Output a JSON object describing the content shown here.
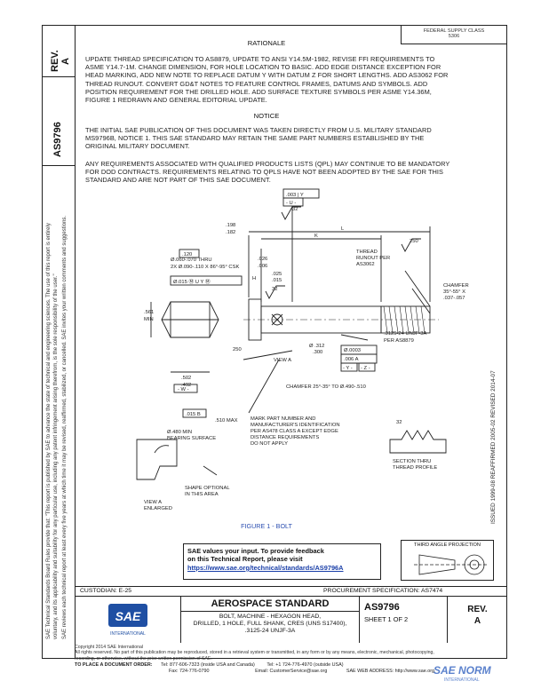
{
  "header": {
    "rev_label": "REV.",
    "rev_value": "A",
    "doc_number": "AS9796",
    "rationale_title": "RATIONALE",
    "top_right_note_line1": "FEDERAL SUPPLY CLASS",
    "top_right_note_line2": "5306"
  },
  "rationale": {
    "lines": [
      "UPDATE THREAD SPECIFICATION TO AS8879, UPDATE TO ANSI Y14.5M-1982, REVISE FFI REQUIREMENTS TO",
      "ASME Y14.7-1M. CHANGE DIMENSION, FOR HOLE LOCATION TO BASIC. ADD EDGE DISTANCE EXCEPTION FOR",
      "HEAD MARKING, ADD NEW NOTE TO REPLACE DATUM Y WITH DATUM Z FOR SHORT LENGTHS. ADD AS3062 FOR",
      "THREAD RUNOUT. CONVERT GD&T NOTES TO FEATURE CONTROL FRAMES, DATUMS AND SYMBOLS. ADD",
      "POSITION REQUIREMENT FOR THE DRILLED HOLE. ADD SURFACE TEXTURE SYMBOLS PER ASME Y14.36M,",
      "FIGURE 1 REDRAWN AND GENERAL EDITORIAL UPDATE."
    ]
  },
  "notice": {
    "title": "NOTICE",
    "para1": [
      "THE INITIAL SAE PUBLICATION OF THIS DOCUMENT WAS TAKEN DIRECTLY FROM U.S. MILITARY STANDARD",
      "MS9796B, NOTICE 1. THIS SAE STANDARD MAY RETAIN THE SAME PART NUMBERS ESTABLISHED BY THE",
      "ORIGINAL MILITARY DOCUMENT."
    ],
    "para2": [
      "ANY REQUIREMENTS ASSOCIATED WITH QUALIFIED PRODUCTS LISTS (QPL) MAY CONTINUE TO BE MANDATORY",
      "FOR DOD CONTRACTS. REQUIREMENTS RELATING TO QPLS HAVE NOT BEEN ADOPTED BY THE SAE FOR THIS",
      "STANDARD AND ARE NOT PART OF THIS SAE DOCUMENT."
    ]
  },
  "drawing": {
    "dim_198": ".198",
    "dim_182": ".182",
    "dim_003_y": ".003 | Y",
    "datum_u": "- U -",
    "surf_32a": "32",
    "dim_120": ".120",
    "label_L": "L",
    "label_K": "K",
    "label_H": "H",
    "thread_runout": [
      "THREAD",
      "RUNOUT PER",
      "AS3062"
    ],
    "surf_250": "250",
    "hole_note": [
      "Ø.060-.070 THRU",
      "2X Ø.090-.110 X 86°-95° CSK"
    ],
    "hole_fcf": "Ø.015 Ⓜ U Y Ⓜ",
    "dim_026": ".026",
    "dim_006": ".006",
    "dim_025": ".025",
    "dim_015": ".015",
    "surf_32b": "32",
    "chamfer": [
      "CHAMFER",
      "35°-55° X",
      ".037-.057"
    ],
    "dim_561": [
      ".561",
      "MIN"
    ],
    "surf_250b": "250",
    "view_a": "VIEW A",
    "dia_312": [
      "Ø .312",
      ".300"
    ],
    "thread_spec": [
      ".3125-24 UNJF-3A",
      "PER AS8879"
    ],
    "dim_0003": "Ø.0003",
    "fcf_006a": ".006 A",
    "datum_y": "- Y -",
    "datum_z": "- Z -",
    "dim_502": [
      ".502",
      ".492"
    ],
    "datum_w": "- W -",
    "chamfer2": "CHAMFER 25°-35° TO Ø.490-.510",
    "fcf_015b": ".015 B",
    "dim_510": ".510 MAX",
    "bearing": [
      "Ø.480 MIN",
      "BEARING SURFACE"
    ],
    "mark_note": [
      "MARK PART NUMBER AND",
      "MANUFACTURER'S IDENTIFICATION",
      "PER AS478 CLASS A EXCEPT EDGE",
      "DISTANCE REQUIREMENTS",
      "DO NOT APPLY"
    ],
    "surf_32c": "32",
    "section_thru": [
      "SECTION THRU",
      "THREAD PROFILE"
    ],
    "shape_optional": [
      "SHAPE OPTIONAL",
      "IN THIS AREA"
    ],
    "view_a_enlarged": [
      "VIEW A",
      "ENLARGED"
    ],
    "figure_caption": "FIGURE 1 - BOLT"
  },
  "feedback": {
    "line1": "SAE values your input. To provide feedback",
    "line2": "on this Technical Report, please visit",
    "link": "https://www.sae.org/technical/standards/AS9796A"
  },
  "projection": {
    "title": "THIRD ANGLE PROJECTION"
  },
  "issue_history": "ISSUED 1999-08   REAFFIRMED 2005-02   REVISED 2014-07",
  "title_block": {
    "custodian": "CUSTODIAN: E-25",
    "procurement": "PROCUREMENT SPECIFICATION: AS7474",
    "standard_title": "AEROSPACE STANDARD",
    "desc_lines": [
      "BOLT, MACHINE - HEXAGON HEAD,",
      "DRILLED, 1 HOLE, FULL SHANK, CRES (UNS S17400),",
      ".3125-24 UNJF-3A"
    ],
    "doc_number": "AS9796",
    "sheet": "SHEET 1 OF 2",
    "rev_label": "REV.",
    "rev_value": "A",
    "logo_text": "SAE",
    "logo_sub": "INTERNATIONAL"
  },
  "side_text": {
    "line1": "SAE Technical Standards Board Rules provide that: \"This report is published by SAE to advance the state of technical and engineering sciences. The use of this report is entirely",
    "line2": "voluntary, and its applicability and suitability for any particular use, including any patent infringement arising therefrom, is the sole responsibility of the user.\"",
    "line3": "SAE reviews each technical report at least every five years at which time it may be revised, reaffirmed, stabilized, or cancelled. SAE invites your written comments and suggestions."
  },
  "footer": {
    "copyright": "Copyright 2014 SAE International",
    "rights": "All rights reserved. No part of this publication may be reproduced, stored in a retrieval system or transmitted, in any form or by any means, electronic, mechanical, photocopying,",
    "rights2": "recording, or otherwise, without the prior written permission of SAE.",
    "order_label": "TO PLACE A DOCUMENT ORDER:",
    "tel": "Tel: 877-606-7323 (inside USA and Canada)",
    "tel2": "Tel: +1 724-776-4970 (outside USA)",
    "fax": "Fax: 724-776-0790",
    "email": "Email: CustomerService@sae.org",
    "web": "SAE WEB ADDRESS: http://www.sae.org",
    "watermark": "SAE NORM",
    "watermark_sub": "INTERNATIONAL"
  }
}
